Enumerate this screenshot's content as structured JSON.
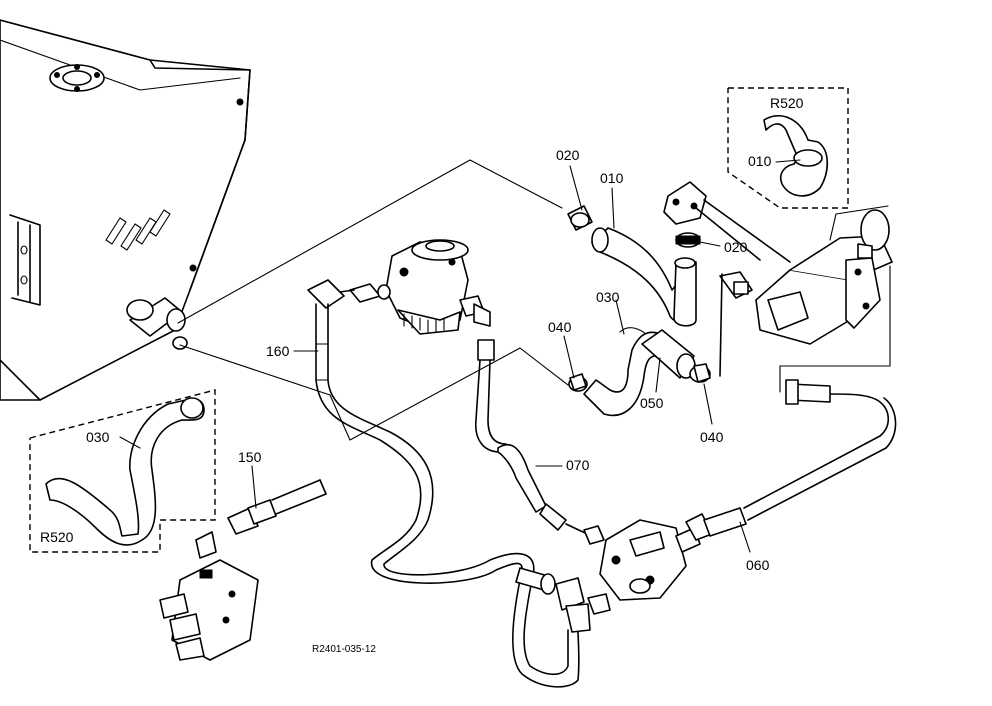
{
  "diagram": {
    "callouts": {
      "p020_top": "020",
      "p010_top": "010",
      "p020_right": "020",
      "p030_mid": "030",
      "p040_left": "040",
      "p050": "050",
      "p040_right": "040",
      "p160": "160",
      "p070": "070",
      "p150": "150",
      "p060": "060",
      "p030_inset": "030"
    },
    "insets": {
      "upper_right": {
        "title": "R520",
        "part": "010"
      },
      "lower_left": {
        "title": "R520"
      }
    },
    "drawing_code": "R2401-035-12"
  }
}
